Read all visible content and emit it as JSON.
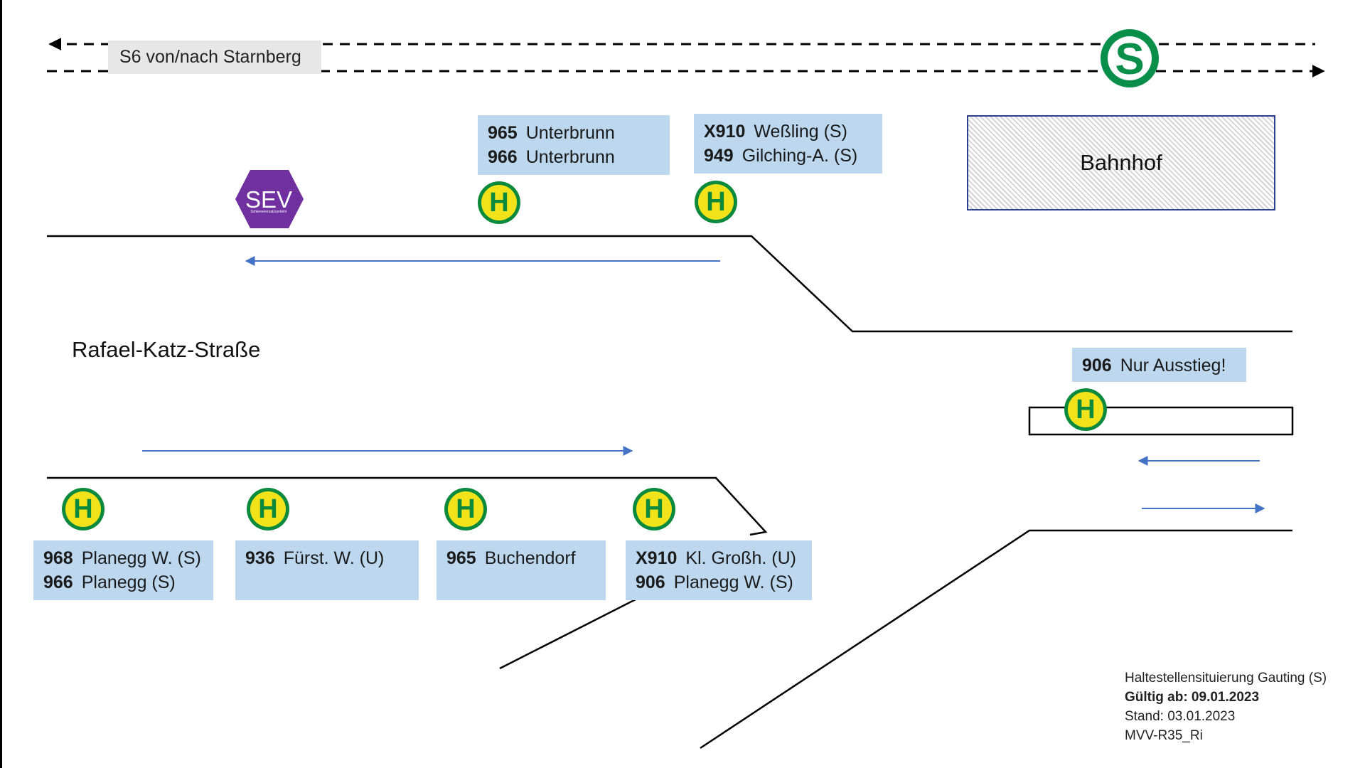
{
  "rail": {
    "line_label": "S6 von/nach Starnberg",
    "sbahn_icon": "sbahn-s-logo",
    "station_label": "Bahnhof"
  },
  "sev": {
    "icon_text": "SEV",
    "subtext": "Schienenersatzverkehr"
  },
  "street": {
    "name": "Rafael-Katz-Straße"
  },
  "stops_north": [
    {
      "lines": [
        {
          "number": "965",
          "destination": "Unterbrunn"
        },
        {
          "number": "966",
          "destination": "Unterbrunn"
        }
      ]
    },
    {
      "lines": [
        {
          "number": "X910",
          "destination": "Weßling (S)"
        },
        {
          "number": "949",
          "destination": "Gilching-A. (S)"
        }
      ]
    }
  ],
  "stop_east": {
    "lines": [
      {
        "number": "906",
        "destination": "Nur Ausstieg!"
      }
    ]
  },
  "stops_south": [
    {
      "lines": [
        {
          "number": "968",
          "destination": "Planegg W. (S)"
        },
        {
          "number": "966",
          "destination": "Planegg (S)"
        }
      ]
    },
    {
      "lines": [
        {
          "number": "936",
          "destination": "Fürst. W. (U)"
        }
      ]
    },
    {
      "lines": [
        {
          "number": "965",
          "destination": "Buchendorf"
        }
      ]
    },
    {
      "lines": [
        {
          "number": "X910",
          "destination": "Kl. Großh. (U)"
        },
        {
          "number": "906",
          "destination": "Planegg W. (S)"
        }
      ]
    }
  ],
  "bus_stop_symbol": "H",
  "footer": {
    "title": "Haltestellensituierung Gauting (S)",
    "valid_from": "Gültig ab: 09.01.2023",
    "status": "Stand: 03.01.2023",
    "code": "MVV-R35_Ri"
  },
  "colors": {
    "label_fill": "#bdd7ee",
    "stop_green": "#0b8a3e",
    "stop_yellow": "#f2e21a",
    "sev_purple": "#7030a0",
    "sbahn_green": "#0a8f4a",
    "arrow_blue": "#4472c4",
    "road": "#000000"
  },
  "icons": {
    "bus_stop": "bus-stop-h-icon",
    "sev": "sev-hexagon-icon",
    "sbahn": "sbahn-s-icon",
    "direction": "direction-arrow-icon"
  }
}
